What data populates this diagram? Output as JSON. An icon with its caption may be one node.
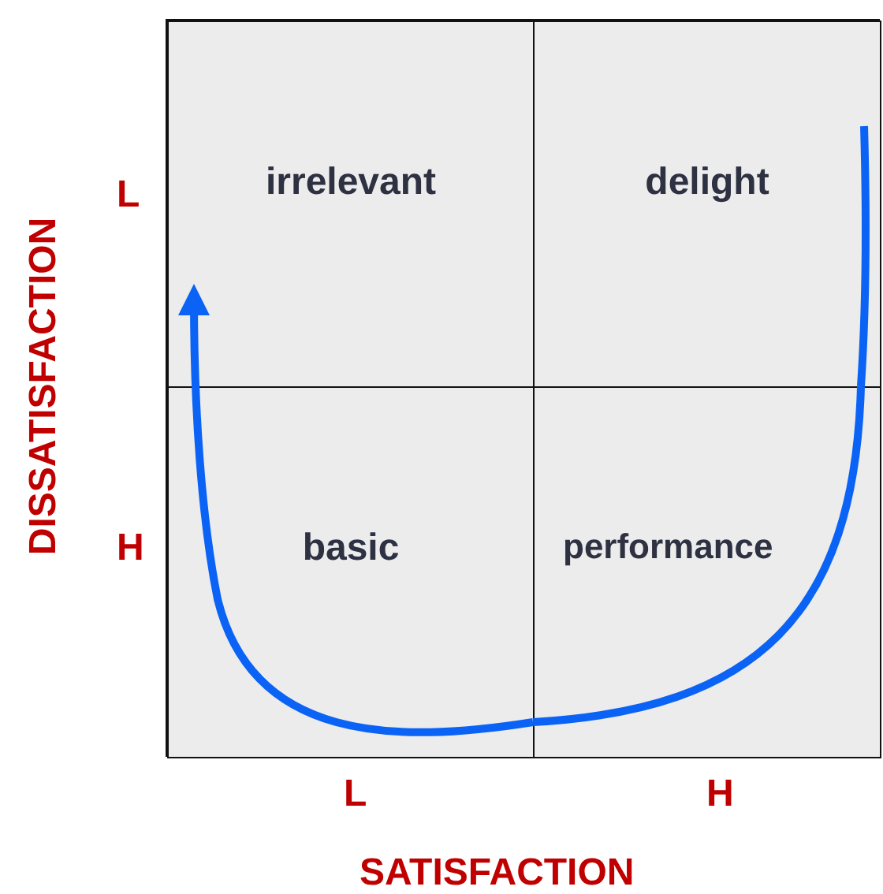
{
  "diagram": {
    "nodes": [
      {
        "text": [
          "irrelevant"
        ]
      },
      {
        "text": [
          "delight"
        ]
      },
      {
        "text": [
          "basic"
        ]
      },
      {
        "text": [
          "performance"
        ]
      }
    ],
    "edges": [
      {
        "from": 1,
        "to": 3,
        "arrow": "none"
      },
      {
        "from": 3,
        "to": 2,
        "arrow": "none"
      },
      {
        "from": 2,
        "to": 0,
        "arrow": "to"
      }
    ],
    "labels": [
      "L",
      "H",
      "L",
      "H",
      "SATISFACTION",
      "DISSATISFACTION"
    ]
  }
}
